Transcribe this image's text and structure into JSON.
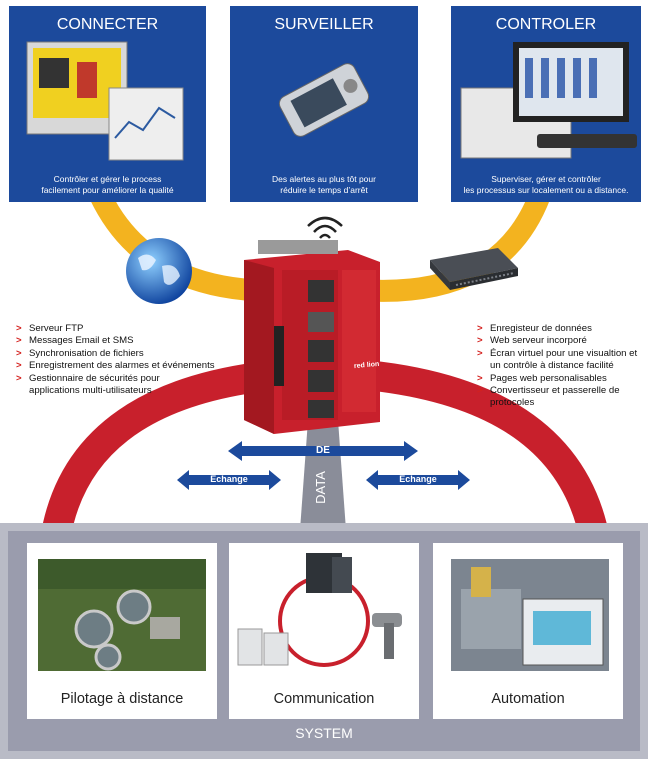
{
  "panels": [
    {
      "title": "CONNECTER",
      "caption_line1": "Contrôler et gérer le process",
      "caption_line2": "facilement pour améliorer la qualité"
    },
    {
      "title": "SURVEILLER",
      "caption_line1": "Des alertes au plus tôt pour",
      "caption_line2": "réduire le temps d’arrêt"
    },
    {
      "title": "CONTROLER",
      "caption_line1": "Superviser, gérer et contrôler",
      "caption_line2": "les processus sur localement ou a distance."
    }
  ],
  "features_left": [
    "Serveur FTP",
    "Messages Email et SMS",
    "Synchronisation de fichiers",
    "Enregistrement des alarmes et événements",
    "Gestionnaire de sécurités pour applications multi-utilisateurs"
  ],
  "features_right": [
    "Enregisteur de données",
    "Web serveur incorporé",
    "Écran virtuel pour une visualtion et un contrôle à distance facilité",
    "Pages web personalisables",
    "Convertisseur et passerelle de protocoles"
  ],
  "flow": {
    "data_left": "DATA",
    "data_right": "DATA",
    "data_center": "DATA",
    "de_label": "DE",
    "exchange_left": "Échange",
    "exchange_right": "Échange"
  },
  "device": {
    "brand": "red lion"
  },
  "system": {
    "title": "SYSTEM",
    "cards": [
      {
        "label": "Pilotage à distance"
      },
      {
        "label": "Communication"
      },
      {
        "label": "Automation"
      }
    ]
  },
  "colors": {
    "panel_blue": "#1c4a9c",
    "arc_yellow": "#f3b31f",
    "arc_red": "#c8202c",
    "arrow_blue": "#1c4a9c"
  }
}
